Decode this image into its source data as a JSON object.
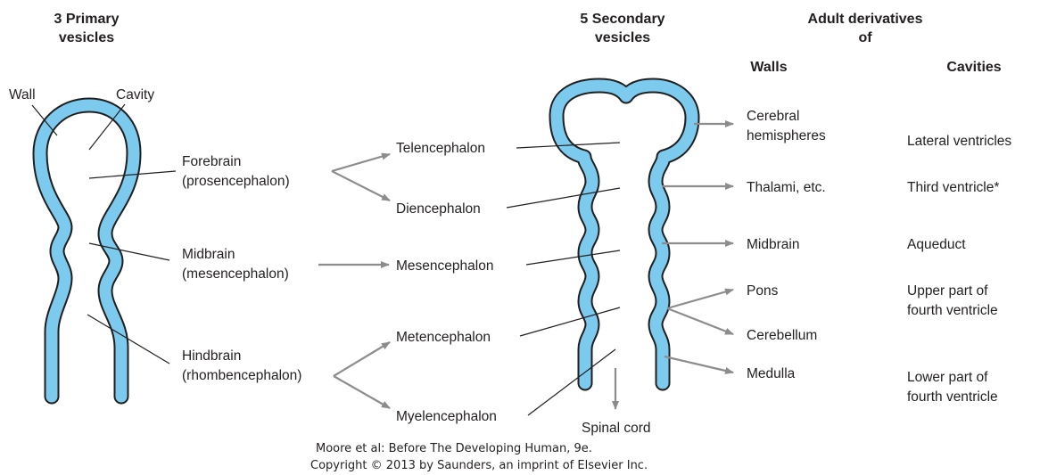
{
  "colors": {
    "vesicle": "#7ccaee",
    "outline": "#1f1f1f",
    "arrow": "#8c8c8c",
    "text": "#231f20"
  },
  "headers": {
    "primary_line1": "3 Primary",
    "primary_line2": "vesicles",
    "secondary_line1": "5 Secondary",
    "secondary_line2": "vesicles",
    "adult_line1": "Adult derivatives",
    "adult_line2": "of",
    "walls": "Walls",
    "cavities": "Cavities"
  },
  "primary_labels": {
    "wall": "Wall",
    "cavity": "Cavity",
    "forebrain": "Forebrain",
    "forebrain_alt": "(prosencephalon)",
    "midbrain": "Midbrain",
    "midbrain_alt": "(mesencephalon)",
    "hindbrain": "Hindbrain",
    "hindbrain_alt": "(rhombencephalon)"
  },
  "secondary_vesicles": [
    "Telencephalon",
    "Diencephalon",
    "Mesencephalon",
    "Metencephalon",
    "Myelencephalon"
  ],
  "spinal_cord": "Spinal cord",
  "walls": {
    "cerebral_1": "Cerebral",
    "cerebral_2": "hemispheres",
    "thalami": "Thalami, etc.",
    "midbrain": "Midbrain",
    "pons": "Pons",
    "cerebellum": "Cerebellum",
    "medulla": "Medulla"
  },
  "cavities": {
    "lateral": "Lateral ventricles",
    "third": "Third ventricle*",
    "aqueduct": "Aqueduct",
    "upper_1": "Upper part of",
    "upper_2": "fourth ventricle",
    "lower_1": "Lower part of",
    "lower_2": "fourth ventricle"
  },
  "credit": {
    "line1": "Moore et al: Before The Developing Human, 9e.",
    "line2": "Copyright © 2013 by Saunders, an imprint of Elsevier Inc."
  }
}
